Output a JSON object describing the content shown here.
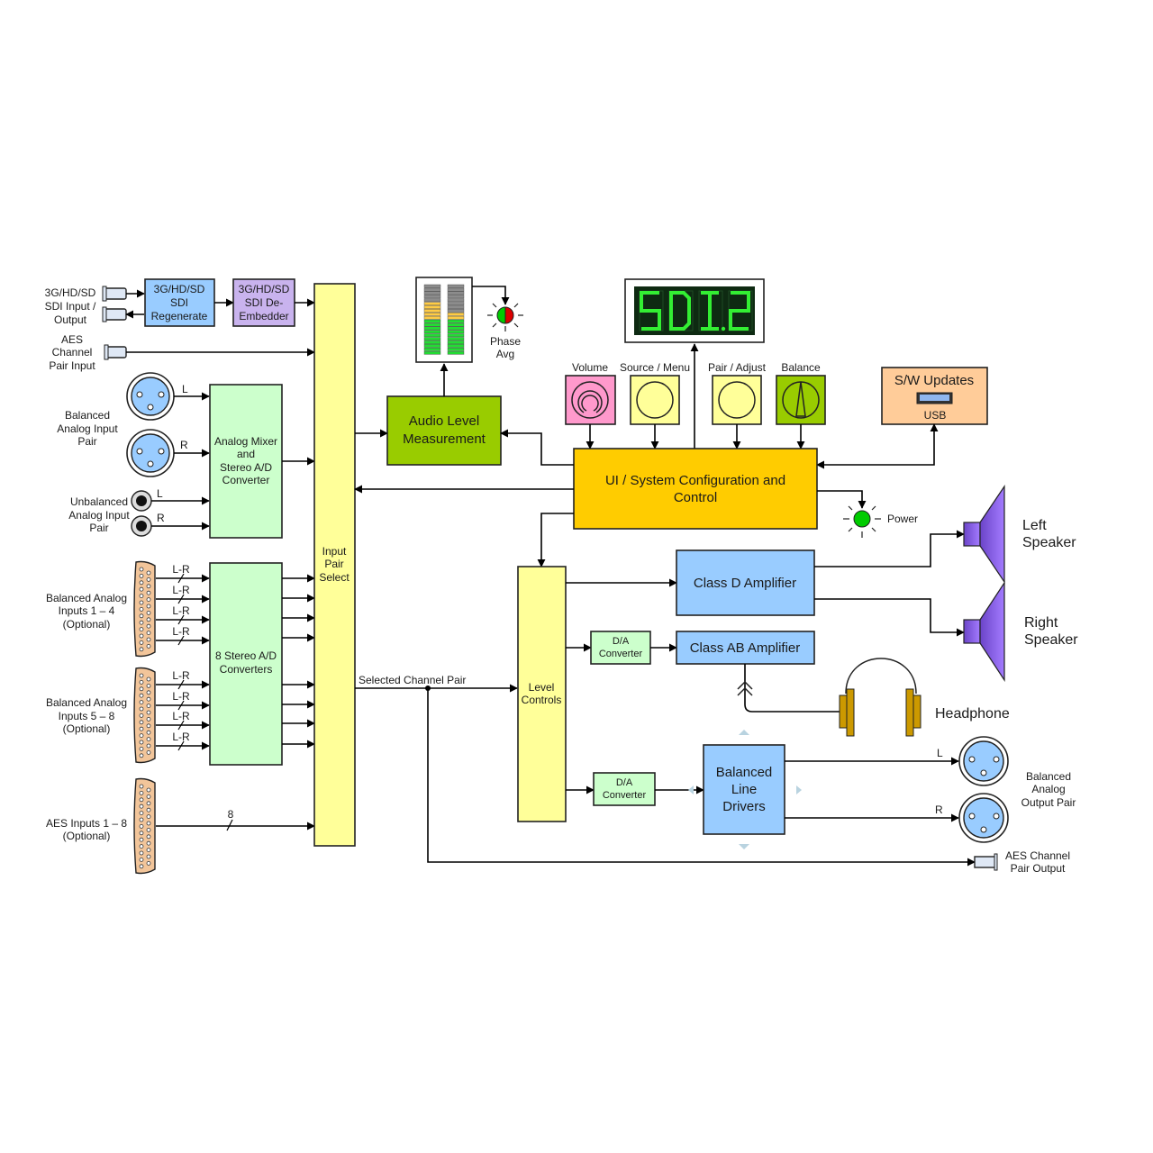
{
  "colors": {
    "blue": "#99ccff",
    "purple": "#c9b3ee",
    "yellow": "#ffff99",
    "light_green": "#ccffcc",
    "lime": "#99cc00",
    "orange": "#ffcc00",
    "pink": "#ff99cc",
    "peach": "#ffcc99",
    "tan_connector": "#f2c59a",
    "speaker_purple": "#9966ff",
    "headphone_gold": "#cc9900",
    "led_green": "#00cc00",
    "led_red": "#dd0000",
    "display_bg": "#0e2a12",
    "display_seg": "#33ee33"
  },
  "inputs": {
    "sdi_label": [
      "3G/HD/SD",
      "SDI Input /",
      "Output"
    ],
    "aes_label": [
      "AES",
      "Channel",
      "Pair Input"
    ],
    "balanced_pair_label": [
      "Balanced",
      "Analog Input",
      "Pair"
    ],
    "unbalanced_pair_label": [
      "Unbalanced",
      "Analog Input",
      "Pair"
    ],
    "bal_1_4_label": [
      "Balanced Analog",
      "Inputs 1 – 4",
      "(Optional)"
    ],
    "bal_5_8_label": [
      "Balanced Analog",
      "Inputs 5 – 8",
      "(Optional)"
    ],
    "aes_1_8_label": [
      "AES Inputs 1 – 8",
      "(Optional)"
    ],
    "channel_L": "L",
    "channel_R": "R",
    "lr_label": "L-R",
    "bus_width": "8"
  },
  "blocks": {
    "sdi_regenerate": [
      "3G/HD/SD",
      "SDI",
      "Regenerate"
    ],
    "sdi_deembedder": [
      "3G/HD/SD",
      "SDI De-",
      "Embedder"
    ],
    "analog_mixer": [
      "Analog Mixer",
      "and",
      "Stereo A/D",
      "Converter"
    ],
    "stereo_ad": [
      "8 Stereo A/D",
      "Converters"
    ],
    "input_pair_select": [
      "Input",
      "Pair",
      "Select"
    ],
    "audio_level": [
      "Audio Level",
      "Measurement"
    ],
    "ui_system": [
      "UI / System Configuration and",
      "Control"
    ],
    "level_controls": [
      "Level",
      "Controls"
    ],
    "class_d": "Class D Amplifier",
    "class_ab": "Class AB Amplifier",
    "da_converter_1": [
      "D/A",
      "Converter"
    ],
    "da_converter_2": [
      "D/A",
      "Converter"
    ],
    "balanced_line_drivers": [
      "Balanced",
      "Line",
      "Drivers"
    ],
    "sw_updates": "S/W Updates",
    "usb": "USB"
  },
  "controls": {
    "volume": "Volume",
    "source_menu": "Source / Menu",
    "pair_adjust": "Pair / Adjust",
    "balance": "Balance"
  },
  "display": {
    "text": "SDI.2"
  },
  "meters": {
    "left_lit_segments": 15,
    "right_lit_segments": 12,
    "total_segments": 20
  },
  "indicators": {
    "phase_label": [
      "Phase",
      "Avg"
    ],
    "power_label": "Power"
  },
  "signals": {
    "selected_channel_pair": "Selected Channel Pair"
  },
  "outputs": {
    "left_speaker": [
      "Left",
      "Speaker"
    ],
    "right_speaker": [
      "Right",
      "Speaker"
    ],
    "headphone": "Headphone",
    "balanced_output_label": [
      "Balanced",
      "Analog",
      "Output Pair"
    ],
    "aes_output_label": [
      "AES Channel",
      "Pair Output"
    ]
  }
}
